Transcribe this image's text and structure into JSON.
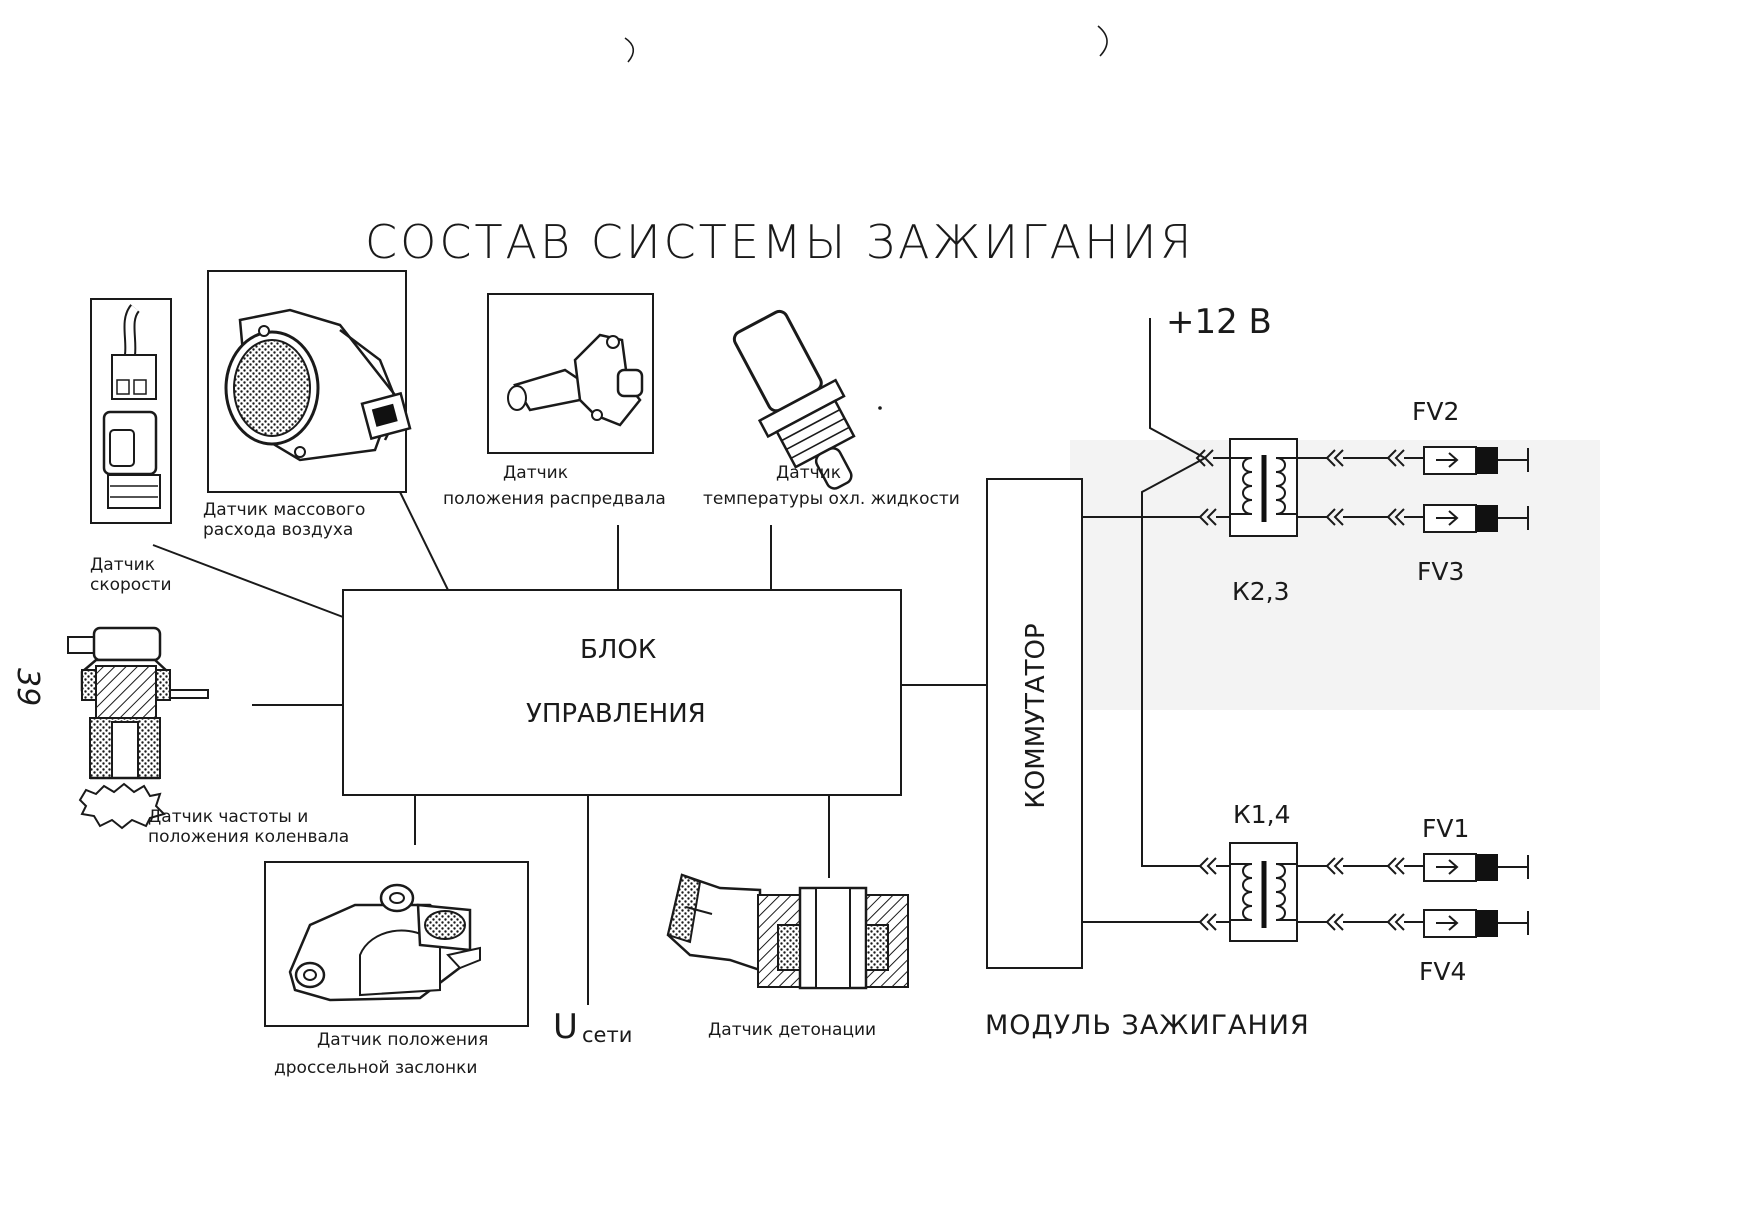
{
  "title": "СОСТАВ СИСТЕМЫ ЗАЖИГАНИЯ",
  "page_number": "39",
  "control_unit": {
    "line1": "БЛОК",
    "line2": "УПРАВЛЕНИЯ"
  },
  "switch_label": "КОММУТАТОР",
  "module_label": "МОДУЛЬ ЗАЖИГАНИЯ",
  "supply_label": "+12 В",
  "network_voltage": {
    "symbol": "U",
    "sub": "сети"
  },
  "sensors": {
    "speed": {
      "line1": "Датчик",
      "line2": "скорости"
    },
    "mass_air": {
      "line1": "Датчик массового",
      "line2": "расхода воздуха"
    },
    "camshaft": {
      "line1": "Датчик",
      "line2": "положения распредвала"
    },
    "coolant_temp": {
      "line1": "Датчик",
      "line2": "температуры охл. жидкости"
    },
    "crankshaft": {
      "line1": "Датчик частоты и",
      "line2": "положения коленвала"
    },
    "throttle": {
      "line1": "Датчик положения",
      "line2": "дроссельной заслонки"
    },
    "knock": {
      "line1": "Датчик детонации"
    }
  },
  "coils": {
    "upper": "К2,3",
    "lower": "К1,4"
  },
  "spark_plugs": {
    "fv1": "FV1",
    "fv2": "FV2",
    "fv3": "FV3",
    "fv4": "FV4"
  },
  "icons": [
    "speed-sensor-icon",
    "mass-air-flow-sensor-icon",
    "camshaft-sensor-icon",
    "coolant-temperature-sensor-icon",
    "crankshaft-sensor-icon",
    "throttle-position-sensor-icon",
    "knock-sensor-icon",
    "ignition-coil-icon",
    "spark-plug-icon"
  ]
}
